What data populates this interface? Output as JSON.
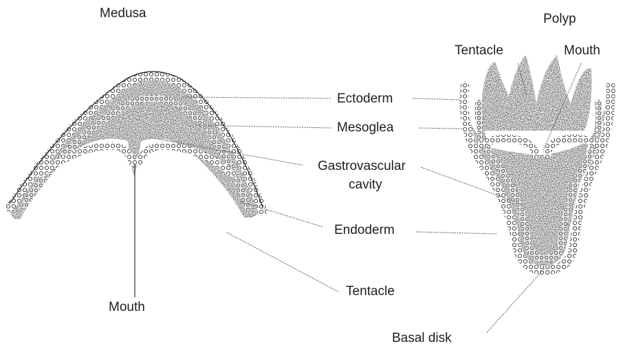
{
  "titles": {
    "medusa": "Medusa",
    "polyp": "Polyp"
  },
  "labels": {
    "ectoderm": "Ectoderm",
    "mesoglea": "Mesoglea",
    "gastrovascular_line1": "Gastrovascular",
    "gastrovascular_line2": "cavity",
    "endoderm": "Endoderm",
    "tentacle_medusa": "Tentacle",
    "mouth_medusa": "Mouth",
    "tentacle_polyp": "Tentacle",
    "mouth_polyp": "Mouth",
    "basal_disk": "Basal disk"
  },
  "colors": {
    "ink": "#1e1e1e",
    "stipple": "#8a8a8a",
    "leader": "#555555"
  }
}
